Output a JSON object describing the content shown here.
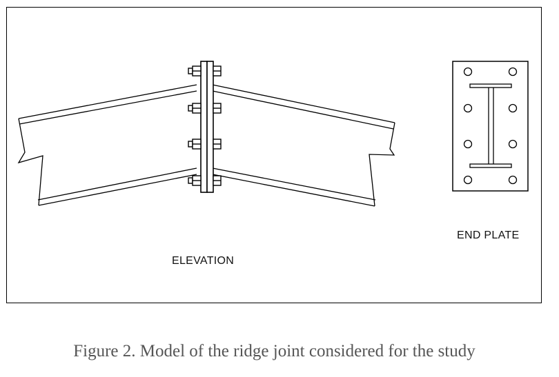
{
  "figure": {
    "labels": {
      "elevation": "ELEVATION",
      "end_plate": "END PLATE"
    },
    "caption": "Figure 2. Model of the ridge joint considered for the study",
    "elevation": {
      "bolt_rows": 4
    },
    "end_plate": {
      "bolt_holes": 8
    },
    "colors": {
      "line": "#000000",
      "caption_text": "#555555",
      "background": "#ffffff"
    }
  }
}
